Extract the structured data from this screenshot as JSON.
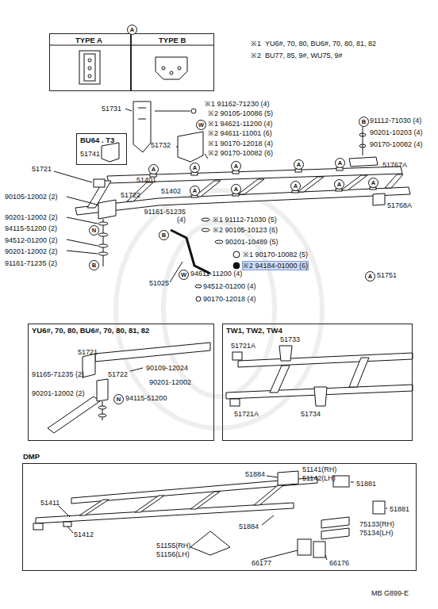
{
  "diagram": {
    "nodes": [
      {
        "text": [
          "TYPE A"
        ]
      },
      {
        "text": [
          "TYPE B"
        ]
      },
      {
        "text": [
          "BU64 . T3",
          "51741"
        ]
      },
      {
        "text": [
          "YU6#, 70, 80, BU6#, 70, 80, 81, 82",
          "51721",
          "51722",
          "91165-71235 (2)",
          "90109-12024",
          "90201-12002",
          "90201-12002 (2)",
          "N",
          "94115-51200"
        ]
      },
      {
        "text": [
          "TW1, TW2, TW4",
          "51721A",
          "51733",
          "51721A",
          "51734"
        ]
      },
      {
        "text": [
          "DMP",
          "51141(RH)",
          "51142(LH)",
          "51884",
          "51881",
          "51881",
          "51884",
          "51411",
          "51412",
          "75133(RH)",
          "75134(LH)",
          "51155(RH)",
          "51156(LH)",
          "66177",
          "66176"
        ]
      }
    ],
    "labels": [
      "A",
      "※1",
      "YU6#, 70, 80, BU6#, 70, 80, 81, 82",
      "※2",
      "BU77, 85, 9#, WU75, 9#",
      "51731",
      "※1 91162-71230 (4)",
      "※2 90105-10086 (5)",
      "W",
      "※1 94621-11200 (4)",
      "※2 94611-11001 (6)",
      "※1 90170-12018 (4)",
      "※2 90170-10082 (6)",
      "51732",
      "B",
      "91112-71030 (4)",
      "90201-10203 (4)",
      "90170-10082 (4)",
      "51767A",
      "51721",
      "51401",
      "51402",
      "51722",
      "51768A",
      "90105-12002 (2)",
      "90201-12002 (2)",
      "94115-51200 (2)",
      "N",
      "94512-01200 (2)",
      "90201-12002 (2)",
      "91161-71235 (2)",
      "B",
      "91161-51235 (4)",
      "B",
      "※1 91112-71030 (5)",
      "※2 90105-10123 (6)",
      "90201-10489 (5)",
      "※1 90170-10082 (5)",
      "※2 94184-01000 (6)",
      "51025",
      "W",
      "94611-11200 (4)",
      "94512-01200 (4)",
      "90170-12018 (4)",
      "A",
      "51751",
      "MB G899-E",
      "A",
      "A",
      "A",
      "A",
      "A",
      "A",
      "A",
      "A",
      "A",
      "A"
    ]
  }
}
